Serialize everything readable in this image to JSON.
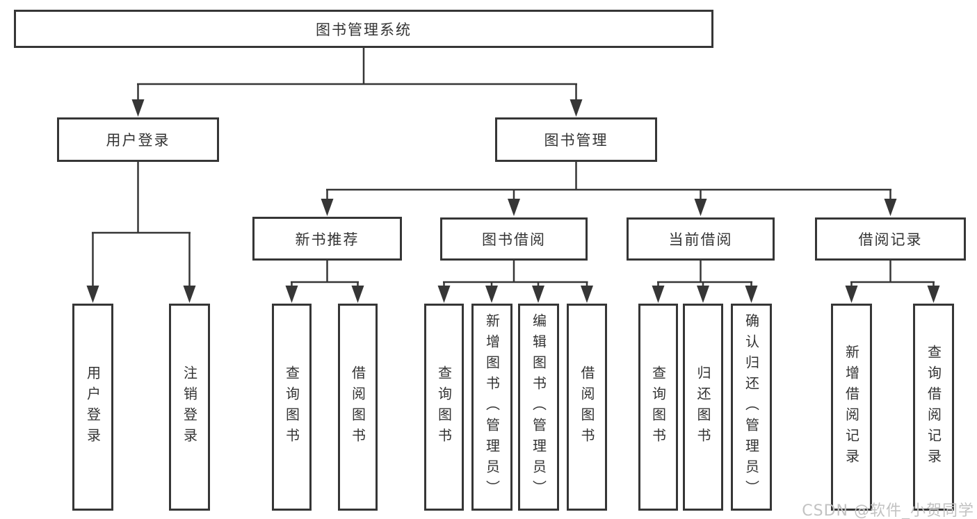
{
  "tree": {
    "root_label": "图书管理系统",
    "branches": {
      "login": {
        "label": "用户登录",
        "children": [
          "用户登录",
          "注销登录"
        ]
      },
      "management": {
        "label": "图书管理",
        "sections": [
          {
            "label": "新书推荐",
            "children": [
              "查询图书",
              "借阅图书"
            ]
          },
          {
            "label": "图书借阅",
            "children": [
              "查询图书",
              "新增图书（管理员）",
              "编辑图书（管理员）",
              "借阅图书"
            ]
          },
          {
            "label": "当前借阅",
            "children": [
              "查询图书",
              "归还图书",
              "确认归还（管理员）"
            ]
          },
          {
            "label": "借阅记录",
            "children": [
              "新增借阅记录",
              "查询借阅记录"
            ]
          }
        ]
      }
    }
  },
  "colors": {
    "line": "#363636",
    "text": "#333333",
    "watermark": "#c2c2c2",
    "background": "#ffffff"
  },
  "watermark": {
    "text": "CSDN @软件_小贺同学"
  }
}
